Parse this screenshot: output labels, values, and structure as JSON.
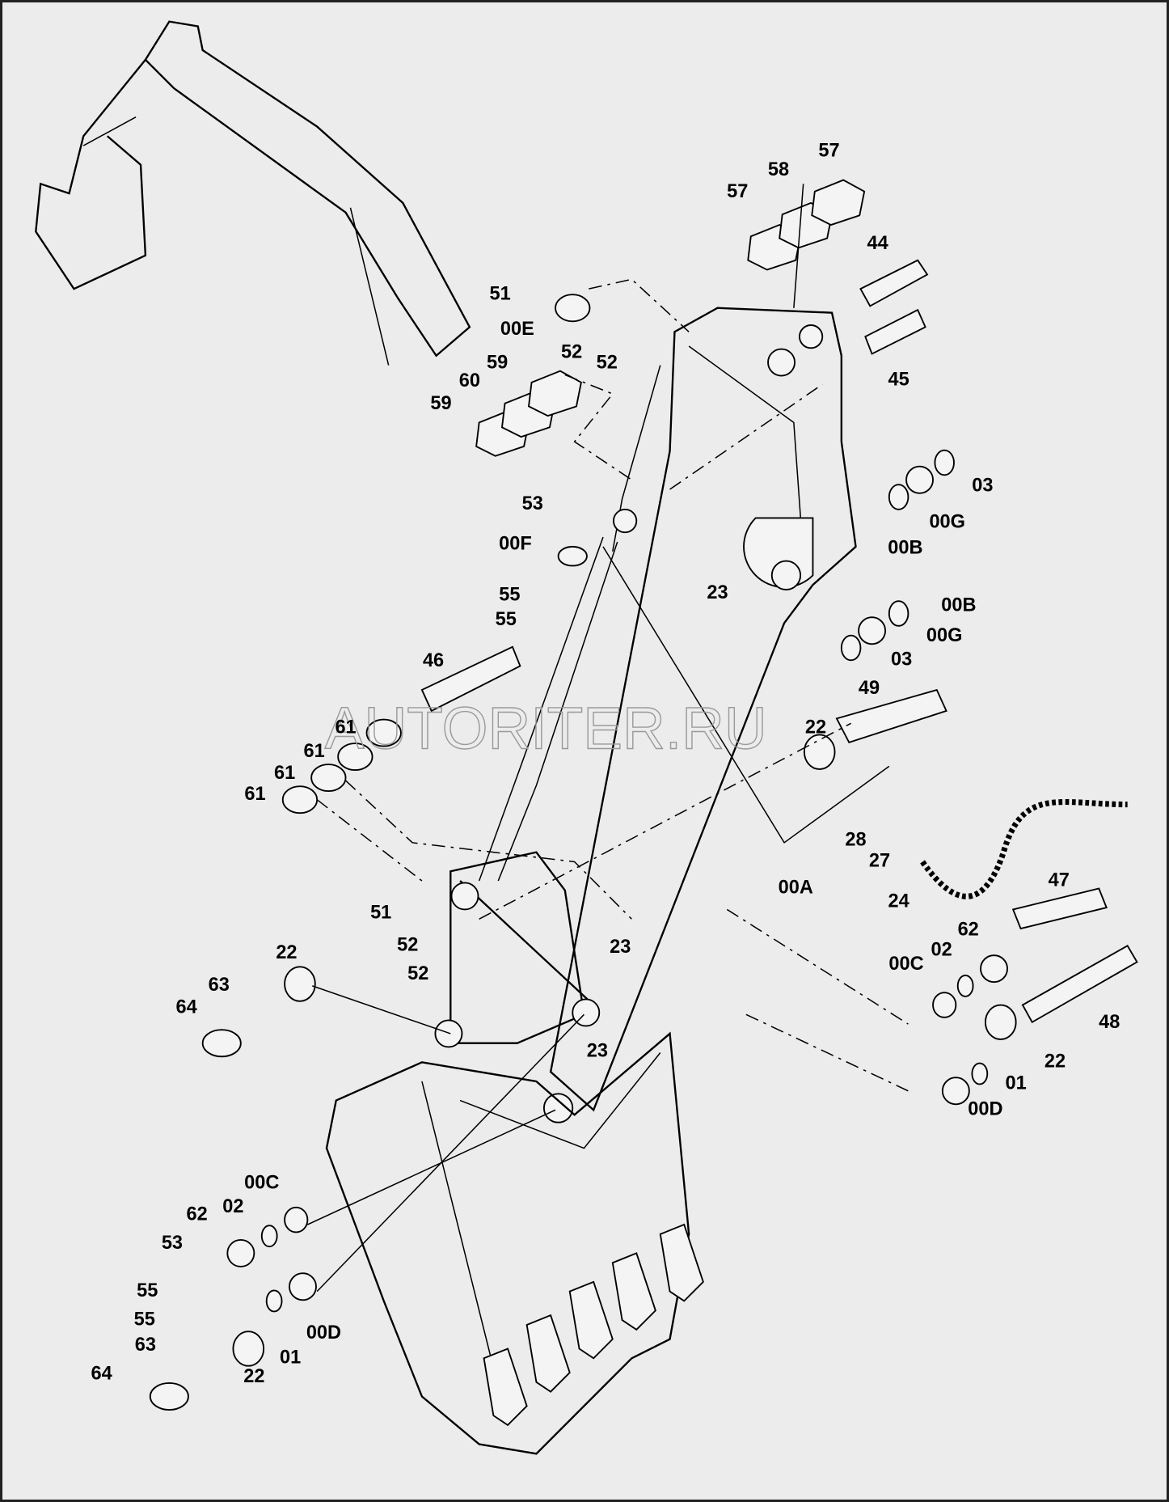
{
  "diagram": {
    "title": "Excavator arm and bucket linkage - exploded parts view",
    "watermark": "AUTORITER.RU",
    "labels": [
      "57",
      "58",
      "57",
      "44",
      "45",
      "51",
      "00E",
      "52",
      "52",
      "59",
      "60",
      "59",
      "53",
      "00F",
      "55",
      "55",
      "23",
      "03",
      "00G",
      "00B",
      "00B",
      "00G",
      "03",
      "46",
      "49",
      "22",
      "61",
      "61",
      "61",
      "61",
      "28",
      "27",
      "24",
      "00A",
      "47",
      "51",
      "52",
      "52",
      "23",
      "22",
      "63",
      "64",
      "62",
      "02",
      "00C",
      "48",
      "23",
      "22",
      "01",
      "00D",
      "00C",
      "02",
      "62",
      "53",
      "55",
      "55",
      "63",
      "64",
      "22",
      "01",
      "00D"
    ]
  }
}
